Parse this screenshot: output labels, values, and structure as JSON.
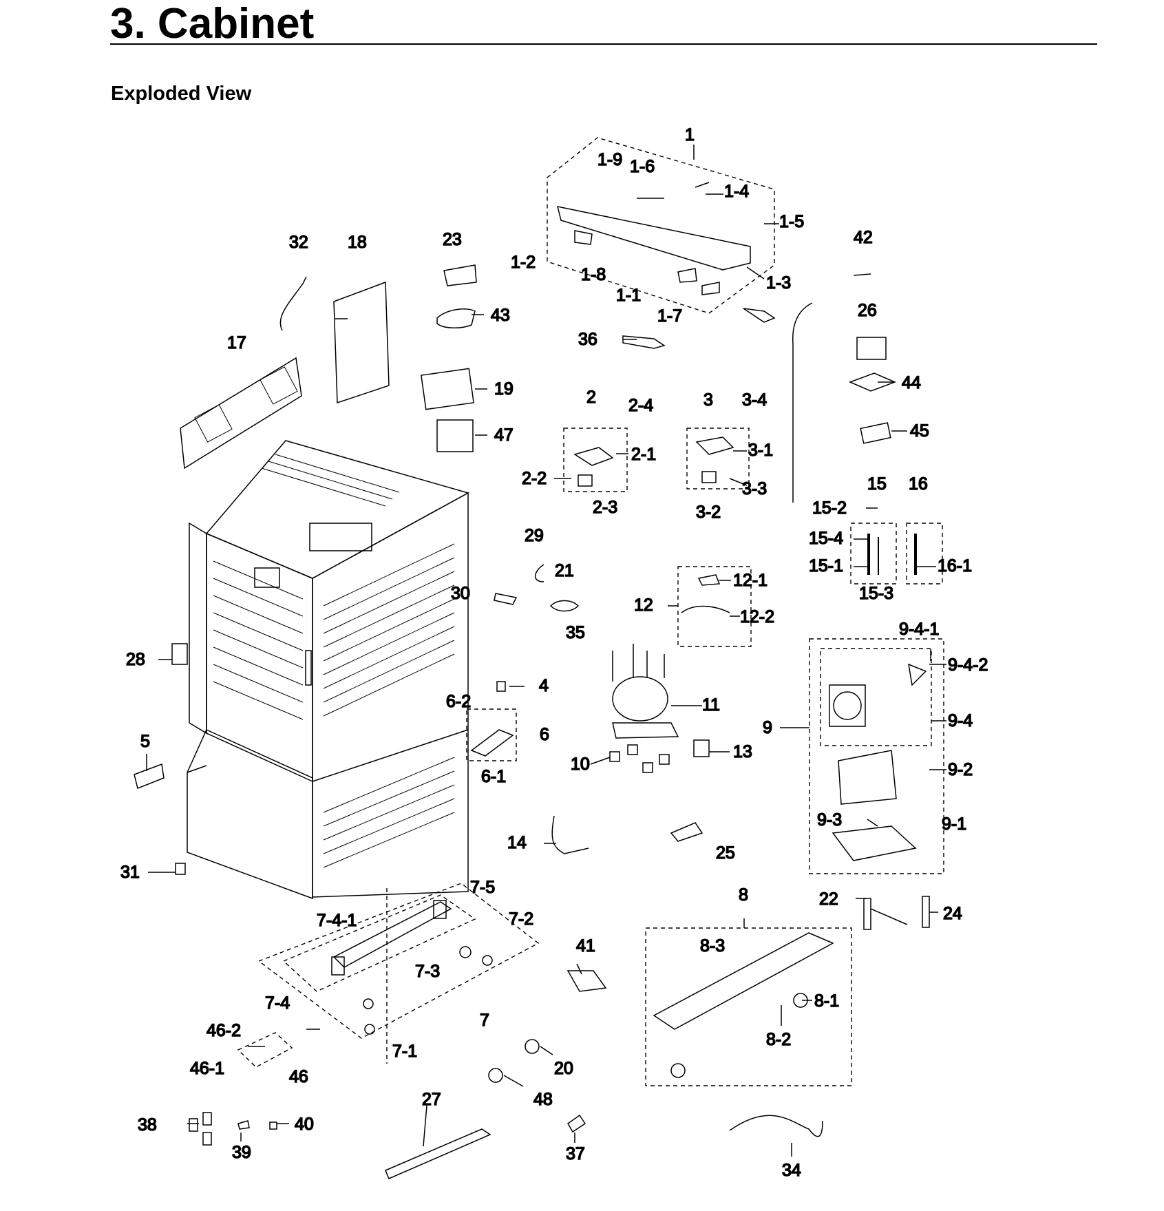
{
  "heading": "3.  Cabinet",
  "subheading": "Exploded View",
  "callouts": [
    {
      "id": "1"
    },
    {
      "id": "1-9"
    },
    {
      "id": "1-6"
    },
    {
      "id": "1-4"
    },
    {
      "id": "1-5"
    },
    {
      "id": "1-2"
    },
    {
      "id": "1-8"
    },
    {
      "id": "1-3"
    },
    {
      "id": "1-1"
    },
    {
      "id": "1-7"
    },
    {
      "id": "42"
    },
    {
      "id": "32"
    },
    {
      "id": "18"
    },
    {
      "id": "23"
    },
    {
      "id": "43"
    },
    {
      "id": "36"
    },
    {
      "id": "26"
    },
    {
      "id": "17"
    },
    {
      "id": "19"
    },
    {
      "id": "44"
    },
    {
      "id": "2"
    },
    {
      "id": "2-4"
    },
    {
      "id": "3"
    },
    {
      "id": "3-4"
    },
    {
      "id": "47"
    },
    {
      "id": "45"
    },
    {
      "id": "2-1"
    },
    {
      "id": "3-1"
    },
    {
      "id": "2-2"
    },
    {
      "id": "3-3"
    },
    {
      "id": "2-3"
    },
    {
      "id": "3-2"
    },
    {
      "id": "15"
    },
    {
      "id": "16"
    },
    {
      "id": "15-2"
    },
    {
      "id": "15-4"
    },
    {
      "id": "15-1"
    },
    {
      "id": "16-1"
    },
    {
      "id": "15-3"
    },
    {
      "id": "29"
    },
    {
      "id": "21"
    },
    {
      "id": "30"
    },
    {
      "id": "12-1"
    },
    {
      "id": "12"
    },
    {
      "id": "12-2"
    },
    {
      "id": "35"
    },
    {
      "id": "9-4-1"
    },
    {
      "id": "9-4-2"
    },
    {
      "id": "28"
    },
    {
      "id": "4"
    },
    {
      "id": "11"
    },
    {
      "id": "6-2"
    },
    {
      "id": "6"
    },
    {
      "id": "9"
    },
    {
      "id": "9-4"
    },
    {
      "id": "5"
    },
    {
      "id": "10"
    },
    {
      "id": "13"
    },
    {
      "id": "9-2"
    },
    {
      "id": "6-1"
    },
    {
      "id": "9-3"
    },
    {
      "id": "9-1"
    },
    {
      "id": "14"
    },
    {
      "id": "25"
    },
    {
      "id": "31"
    },
    {
      "id": "7-5"
    },
    {
      "id": "8"
    },
    {
      "id": "22"
    },
    {
      "id": "24"
    },
    {
      "id": "7-4-1"
    },
    {
      "id": "7-2"
    },
    {
      "id": "41"
    },
    {
      "id": "8-3"
    },
    {
      "id": "7-3"
    },
    {
      "id": "7-4"
    },
    {
      "id": "7"
    },
    {
      "id": "8-1"
    },
    {
      "id": "46-2"
    },
    {
      "id": "8-2"
    },
    {
      "id": "7-1"
    },
    {
      "id": "46-1"
    },
    {
      "id": "46"
    },
    {
      "id": "20"
    },
    {
      "id": "27"
    },
    {
      "id": "48"
    },
    {
      "id": "38"
    },
    {
      "id": "40"
    },
    {
      "id": "39"
    },
    {
      "id": "37"
    },
    {
      "id": "34"
    }
  ]
}
